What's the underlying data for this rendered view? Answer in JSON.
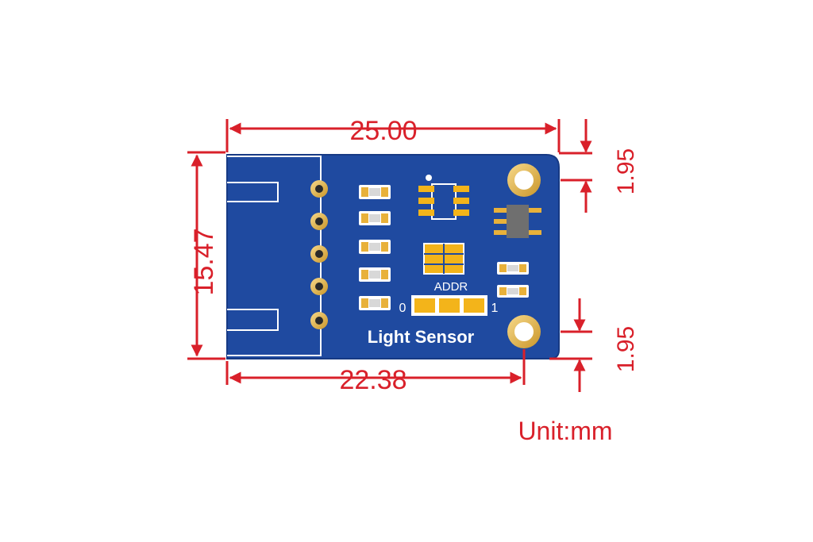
{
  "board": {
    "label": "Light Sensor",
    "addr_label": "ADDR",
    "addr_zero": "0",
    "addr_one": "1",
    "pcb_color": "#1f4aa0",
    "pad_color": "#f3b41a"
  },
  "dimensions": {
    "width": "25.00",
    "height": "15.47",
    "hole_spacing": "22.38",
    "top_offset": "1.95",
    "bottom_offset": "1.95",
    "unit": "Unit:mm",
    "color": "#d9202a"
  }
}
